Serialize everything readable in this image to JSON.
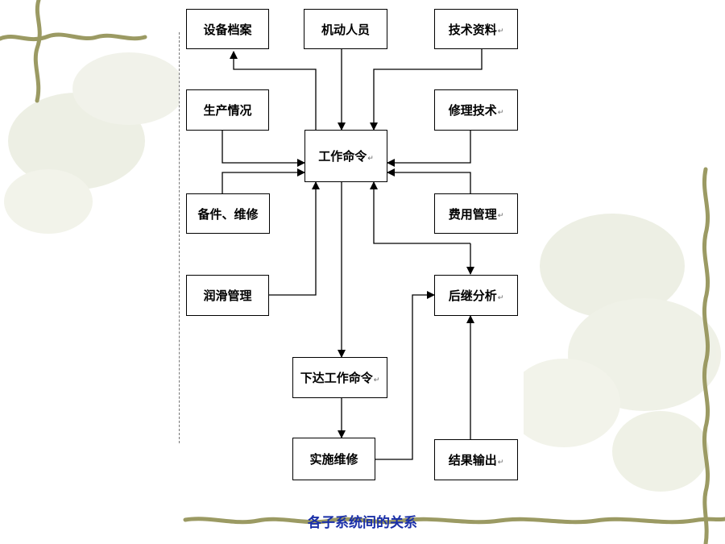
{
  "diagram": {
    "caption": "各子系统间的关系",
    "return_mark": "↵",
    "nodes": {
      "equipment_archive": "设备档案",
      "mobile_staff": "机动人员",
      "tech_docs": "技术资料",
      "production": "生产情况",
      "repair_tech": "修理技术",
      "work_order": "工作命令",
      "spare_parts": "备件、维修",
      "cost_mgmt": "费用管理",
      "lubrication": "润滑管理",
      "follow_up": "后继分析",
      "issue_order": "下达工作命令",
      "implement": "实施维修",
      "result_output": "结果输出"
    }
  }
}
